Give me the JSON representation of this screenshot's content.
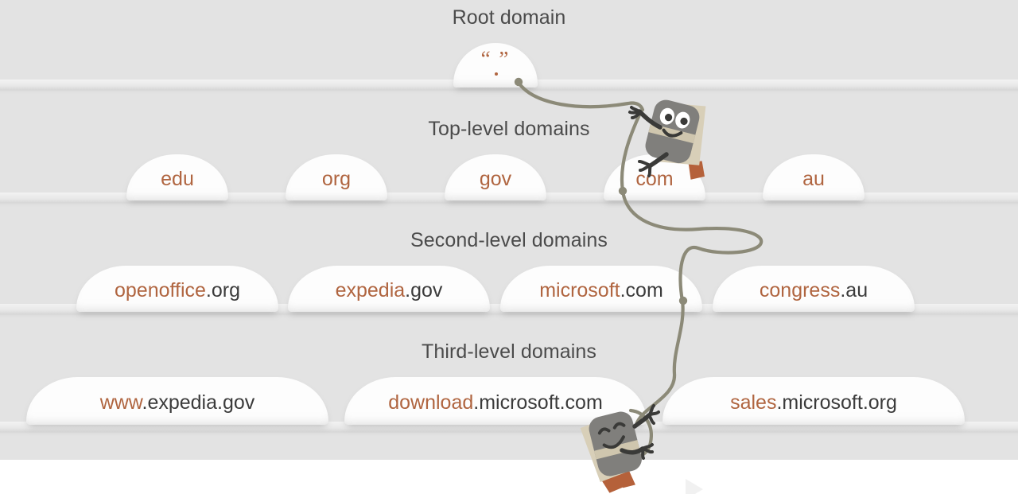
{
  "diagram": {
    "title": "DNS domain name hierarchy",
    "background_color": "#e3e3e3",
    "accent_color": "#b06540",
    "text_color": "#3b3b3b",
    "heading_color": "#4b4b4b",
    "rope_color": "#8c8a78"
  },
  "tiers": [
    {
      "id": "root",
      "heading": "Root domain",
      "nodes": [
        {
          "quote": "“ ”",
          "label": "",
          "prefix": "",
          "suffix": ""
        }
      ]
    },
    {
      "id": "tld",
      "heading": "Top-level domains",
      "nodes": [
        {
          "label": "edu"
        },
        {
          "label": "org"
        },
        {
          "label": "gov"
        },
        {
          "label": "com"
        },
        {
          "label": "au"
        }
      ]
    },
    {
      "id": "sld",
      "heading": "Second-level domains",
      "nodes": [
        {
          "prefix": "openoffice",
          "suffix": ".org"
        },
        {
          "prefix": "expedia",
          "suffix": ".gov"
        },
        {
          "prefix": "microsoft",
          "suffix": ".com"
        },
        {
          "prefix": "congress",
          "suffix": ".au"
        }
      ]
    },
    {
      "id": "third",
      "heading": "Third-level domains",
      "nodes": [
        {
          "prefix": "www",
          "suffix": ".expedia.gov"
        },
        {
          "prefix": "download",
          "suffix": ".microsoft.com"
        },
        {
          "prefix": "sales",
          "suffix": ".microsoft.org"
        }
      ]
    }
  ],
  "mascots": [
    {
      "id": "mascot-upper",
      "name": "book-character-upper",
      "description": "gray book character holding the rope"
    },
    {
      "id": "mascot-lower",
      "name": "book-character-lower",
      "description": "gray book character climbing the rope"
    }
  ]
}
